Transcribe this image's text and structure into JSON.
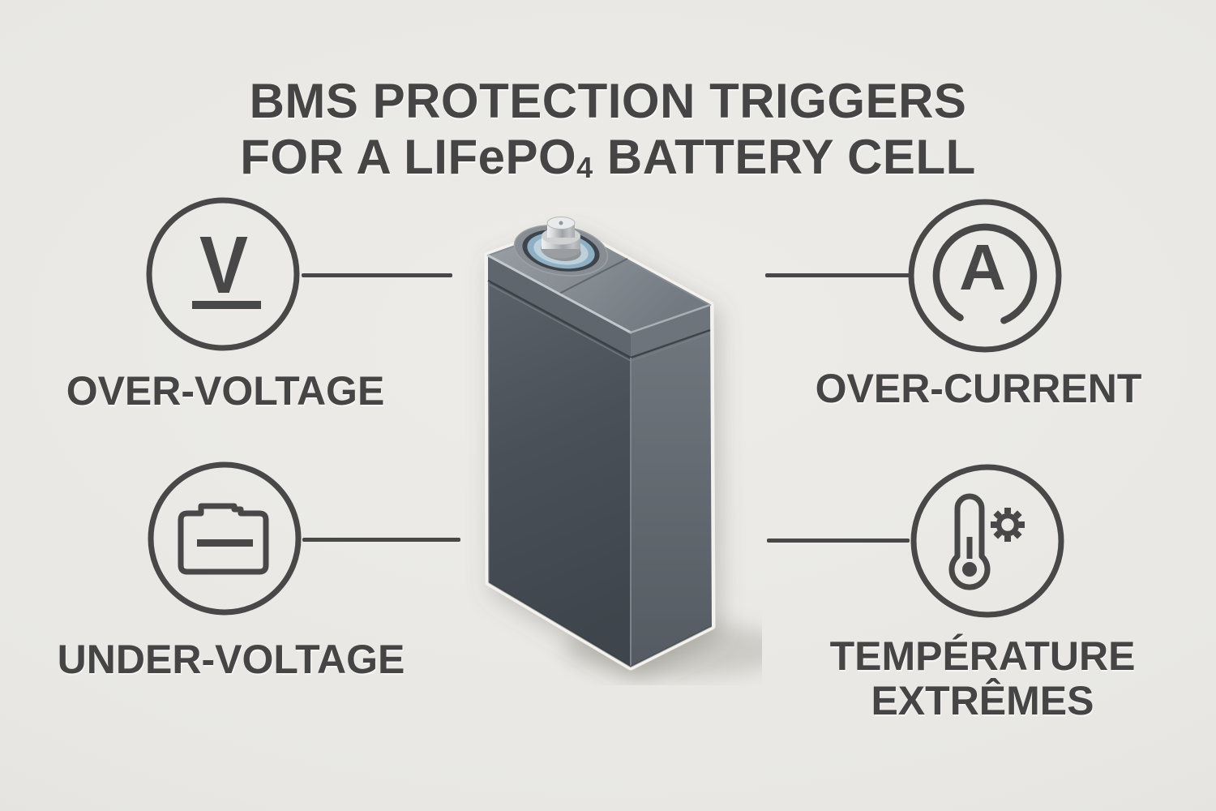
{
  "title": {
    "line1": "BMS PROTECTION TRIGGERS",
    "line2_pre": "FOR A LIFePO",
    "line2_sub": "4",
    "line2_post": " BATTERY CELL"
  },
  "center_graphic": {
    "name": "lifepo4-prismatic-battery-cell-render",
    "body_color": "#4a5057",
    "top_color": "#8d939a",
    "terminal_gasket_color": "#8fb0c4",
    "terminal_metal_color": "#c9cbcd"
  },
  "triggers": [
    {
      "id": "over-voltage",
      "icon": "voltmeter-icon",
      "symbol": "V",
      "label_lines": [
        "OVER-VOLTAGE"
      ]
    },
    {
      "id": "over-current",
      "icon": "ammeter-icon",
      "symbol": "A",
      "label_lines": [
        "OVER-CURRENT"
      ]
    },
    {
      "id": "under-voltage",
      "icon": "battery-low-icon",
      "symbol": "",
      "label_lines": [
        "UNDER-VOLTAGE"
      ]
    },
    {
      "id": "temperature-extremes",
      "icon": "thermometer-sun-icon",
      "symbol": "",
      "label_lines": [
        "TEMPÉRATURE",
        "EXTRÊMES"
      ]
    }
  ],
  "colors": {
    "background": "#e9e8e4",
    "icon_stroke": "#484848",
    "text": "#454545",
    "connector": "#484848"
  }
}
